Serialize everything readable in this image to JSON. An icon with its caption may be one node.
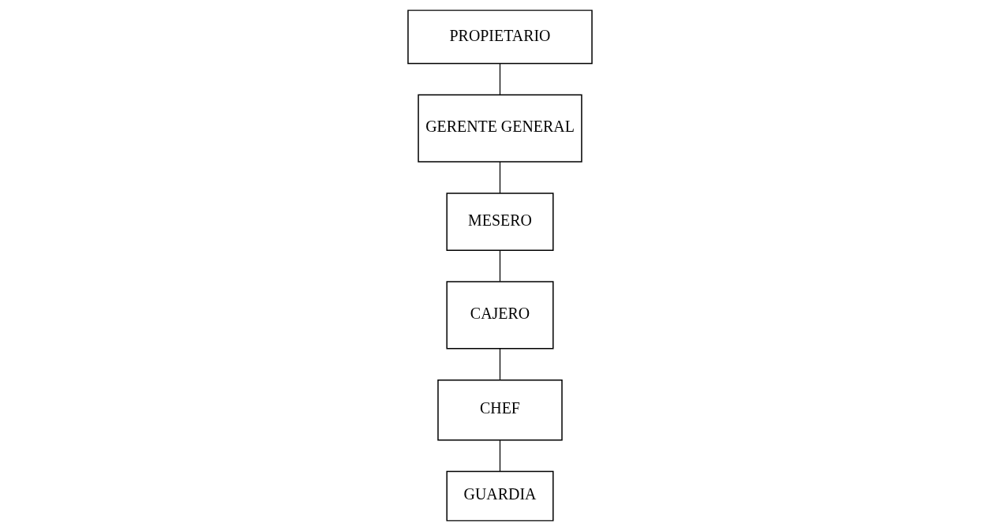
{
  "diagram": {
    "nodes": [
      {
        "text": [
          "PROPIETARIO"
        ]
      },
      {
        "text": [
          "GERENTE GENERAL"
        ]
      },
      {
        "text": [
          "MESERO"
        ]
      },
      {
        "text": [
          "CAJERO"
        ]
      },
      {
        "text": [
          "CHEF"
        ]
      },
      {
        "text": [
          "GUARDIA"
        ]
      }
    ],
    "edges": [
      {
        "from": 0,
        "to": 1,
        "arrow": "none"
      },
      {
        "from": 1,
        "to": 2,
        "arrow": "none"
      },
      {
        "from": 2,
        "to": 3,
        "arrow": "none"
      },
      {
        "from": 3,
        "to": 4,
        "arrow": "none"
      },
      {
        "from": 4,
        "to": 5,
        "arrow": "none"
      }
    ]
  }
}
